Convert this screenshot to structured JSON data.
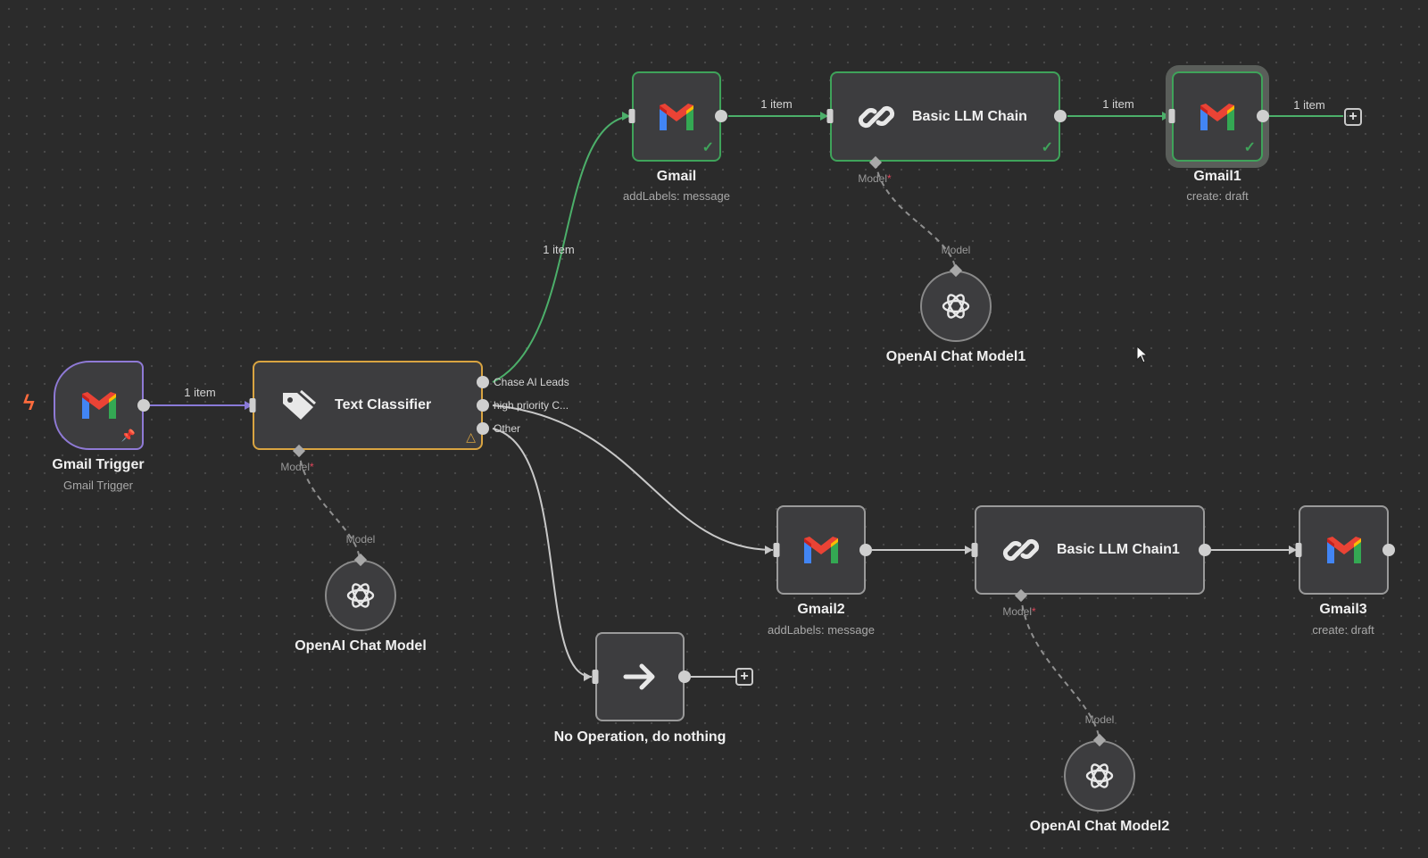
{
  "colors": {
    "canvas": "#2b2b2b",
    "node_bg": "#3d3d3f",
    "success_border": "#3fa35a",
    "warning_border": "#d9a441",
    "trigger_border": "#8f7ad6",
    "success_wire": "#4caf6a",
    "trigger_wire": "#8a7ad8",
    "model_required": "#e0455a"
  },
  "nodes": {
    "gmail_trigger": {
      "title": "Gmail Trigger",
      "subtitle": "Gmail Trigger",
      "icon": "gmail-icon"
    },
    "text_classifier": {
      "title": "Text Classifier",
      "icon": "tag-icon",
      "outputs": [
        "Chase AI Leads",
        "high priority C...",
        "Other"
      ],
      "model_label": "Model",
      "model_required": "*"
    },
    "openai_chat_model": {
      "title": "OpenAI Chat Model",
      "port_label": "Model",
      "icon": "openai-icon"
    },
    "gmail": {
      "title": "Gmail",
      "subtitle": "addLabels: message",
      "icon": "gmail-icon"
    },
    "basic_llm_chain": {
      "title": "Basic LLM Chain",
      "icon": "chain-link-icon",
      "model_label": "Model",
      "model_required": "*"
    },
    "gmail1": {
      "title": "Gmail1",
      "subtitle": "create: draft",
      "icon": "gmail-icon"
    },
    "openai_chat_model1": {
      "title": "OpenAI Chat Model1",
      "port_label": "Model",
      "icon": "openai-icon"
    },
    "gmail2": {
      "title": "Gmail2",
      "subtitle": "addLabels: message",
      "icon": "gmail-icon"
    },
    "basic_llm_chain1": {
      "title": "Basic LLM Chain1",
      "icon": "chain-link-icon",
      "model_label": "Model",
      "model_required": "*"
    },
    "gmail3": {
      "title": "Gmail3",
      "subtitle": "create: draft",
      "icon": "gmail-icon"
    },
    "openai_chat_model2": {
      "title": "OpenAI Chat Model2",
      "port_label": "Model",
      "icon": "openai-icon"
    },
    "no_op": {
      "title": "No Operation, do nothing",
      "icon": "arrow-right-icon"
    }
  },
  "edges": {
    "trigger_to_classifier": "1 item",
    "classifier_to_gmail": "1 item",
    "gmail_to_chain": "1 item",
    "chain_to_gmail1": "1 item",
    "gmail1_out": "1 item"
  }
}
